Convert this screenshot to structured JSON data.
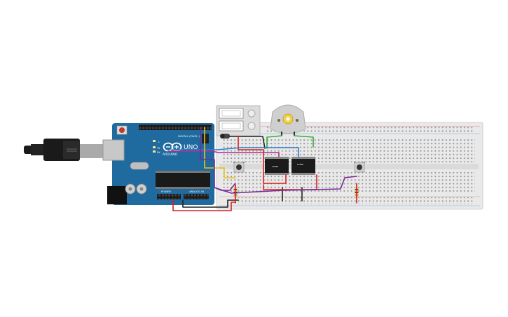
{
  "arduino": {
    "brand": "ARDUINO",
    "model": "UNO",
    "digital_label": "DIGITAL (PWM~)",
    "power_label": "POWER",
    "analog_label": "ANALOG IN",
    "tx_label": "TX",
    "rx_label": "RX",
    "l_label": "L"
  },
  "chips": {
    "left_label": "L293D",
    "right_label": "L293D"
  },
  "colors": {
    "arduino_board": "#1f6a9e",
    "breadboard": "#e9e9e9",
    "wire_red": "#d62020",
    "wire_black": "#222222",
    "wire_green": "#2fae3a",
    "wire_blue": "#2a7fd0",
    "wire_purple": "#7a2a9a",
    "wire_yellow": "#e8c21a",
    "wire_magenta": "#b0308a"
  }
}
